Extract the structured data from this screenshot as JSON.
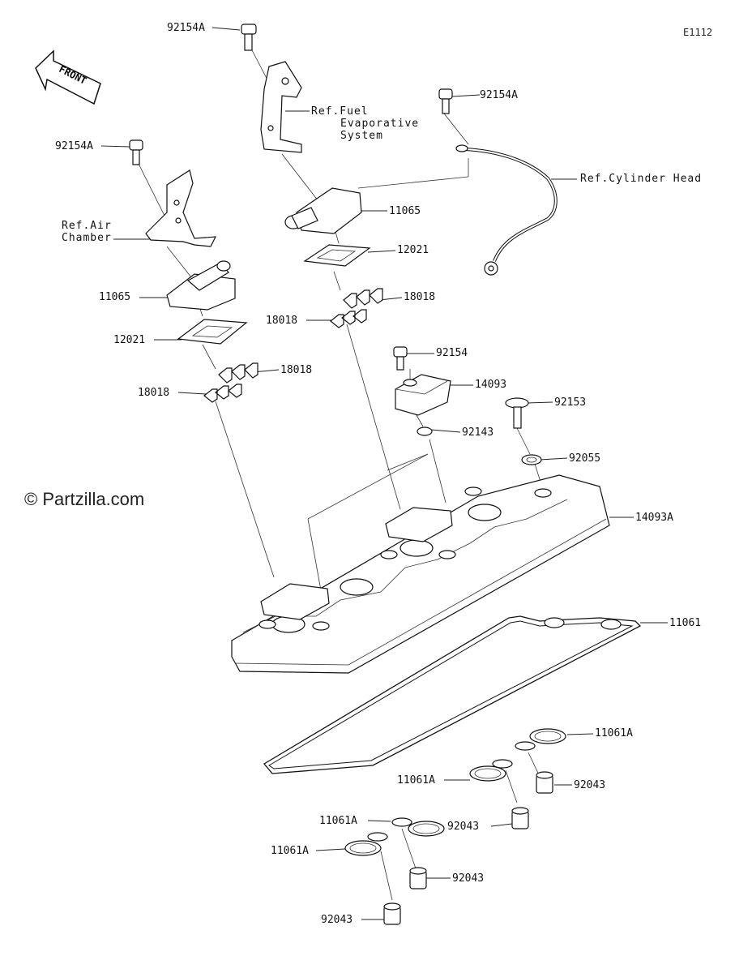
{
  "diagram": {
    "code": "E1112",
    "watermark": "© Partzilla.com",
    "front_arrow_label": "FRONT",
    "refs": {
      "fuel_line1": "Ref.Fuel",
      "fuel_line2": "Evaporative",
      "fuel_line3": "System",
      "cyl_head": "Ref.Cylinder Head",
      "air_line1": "Ref.Air",
      "air_line2": "Chamber"
    },
    "labels": {
      "p92154A_top": "92154A",
      "p92154A_right": "92154A",
      "p92154A_left": "92154A",
      "p11065_right": "11065",
      "p11065_left": "11065",
      "p12021_right": "12021",
      "p12021_left": "12021",
      "p18018_r1": "18018",
      "p18018_r2": "18018",
      "p18018_l1": "18018",
      "p18018_l2": "18018",
      "p92154": "92154",
      "p14093": "14093",
      "p92153": "92153",
      "p92143": "92143",
      "p92055": "92055",
      "p14093A": "14093A",
      "p11061": "11061",
      "p11061A_1": "11061A",
      "p11061A_2": "11061A",
      "p11061A_3": "11061A",
      "p11061A_4": "11061A",
      "p92043_1": "92043",
      "p92043_2": "92043",
      "p92043_3": "92043",
      "p92043_4": "92043"
    }
  }
}
